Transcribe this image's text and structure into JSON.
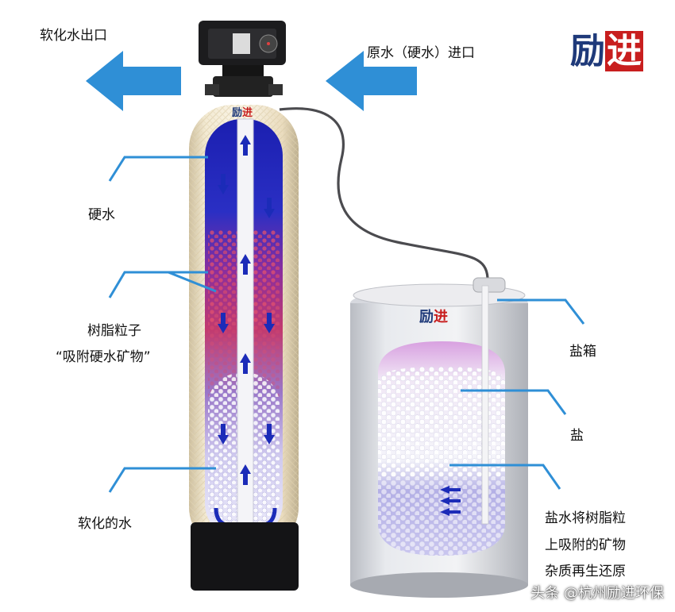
{
  "brand": {
    "char1": "励",
    "char2": "进"
  },
  "labels": {
    "soft_outlet": "软化水出口",
    "raw_inlet": "原水（硬水）进口",
    "hard_water": "硬水",
    "resin_line1": "树脂粒子",
    "resin_line2": "“吸附硬水矿物”",
    "soft_water": "软化的水",
    "brine_box": "盐箱",
    "salt": "盐",
    "brine_line1": "盐水将树脂粒",
    "brine_line2": "上吸附的矿物",
    "brine_line3": "杂质再生还原"
  },
  "watermark": "头条 @杭州励进环保",
  "colors": {
    "arrow_blue": "#2f8fd6",
    "brand_blue": "#1f3a7a",
    "brand_red": "#c81e1e",
    "hard_water_blue": "#1a2ab5",
    "resin_red": "#c8314a"
  }
}
